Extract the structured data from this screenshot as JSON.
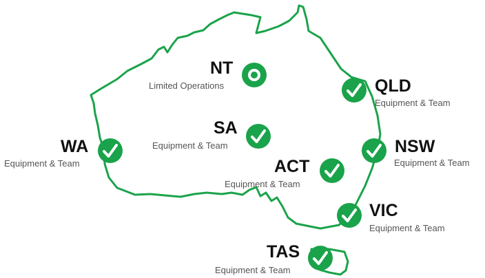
{
  "colors": {
    "accent": "#1aa34a",
    "outline": "#1aa34a",
    "code_text": "#111111",
    "status_text": "#555555"
  },
  "regions": [
    {
      "id": "nt",
      "code": "NT",
      "status": "Limited Operations",
      "icon": "circle-dot-icon"
    },
    {
      "id": "qld",
      "code": "QLD",
      "status": "Equipment & Team",
      "icon": "check-circle-icon"
    },
    {
      "id": "sa",
      "code": "SA",
      "status": "Equipment & Team",
      "icon": "check-circle-icon"
    },
    {
      "id": "wa",
      "code": "WA",
      "status": "Equipment & Team",
      "icon": "check-circle-icon"
    },
    {
      "id": "nsw",
      "code": "NSW",
      "status": "Equipment & Team",
      "icon": "check-circle-icon"
    },
    {
      "id": "act",
      "code": "ACT",
      "status": "Equipment & Team",
      "icon": "check-circle-icon"
    },
    {
      "id": "vic",
      "code": "VIC",
      "status": "Equipment & Team",
      "icon": "check-circle-icon"
    },
    {
      "id": "tas",
      "code": "TAS",
      "status": "Equipment & Team",
      "icon": "check-circle-icon"
    }
  ]
}
